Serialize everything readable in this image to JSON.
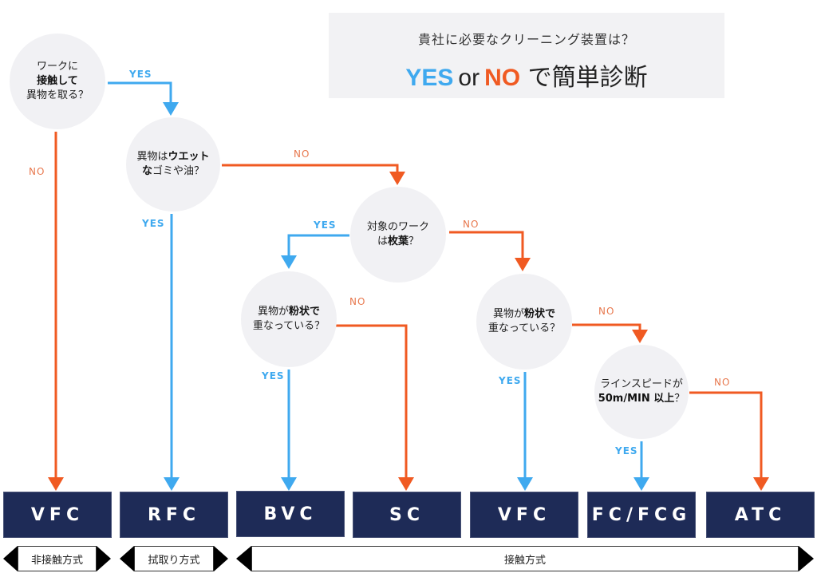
{
  "header": {
    "subtitle": "貴社に必要なクリーニング装置は？",
    "yes_word": "YES",
    "or_word": "or",
    "no_word": "NO",
    "suffix": "で簡単診断"
  },
  "colors": {
    "yes": "#3fa9ef",
    "no": "#f05a22",
    "product_bg": "#1e2b57",
    "node_bg": "#f1f1f4",
    "header_bg": "#f2f2f4"
  },
  "questions": {
    "q1": {
      "pre": "ワークに",
      "bold": "接触して",
      "post": "異物を取る？"
    },
    "q2": {
      "pre": "異物は",
      "bold": "ウエット",
      "bold2": "な",
      "post": "ゴミや油？"
    },
    "q3": {
      "pre": "対象のワーク",
      "line2_pre": "は",
      "bold": "枚葉",
      "post": "？"
    },
    "q4": {
      "pre": "異物が",
      "bold": "粉状で",
      "post": "重なっている？"
    },
    "q5": {
      "pre": "異物が",
      "bold": "粉状で",
      "post": "重なっている？"
    },
    "q6": {
      "pre": "ラインスピードが",
      "bold": "50m/MIN 以上",
      "post": "？"
    }
  },
  "edge_labels": {
    "yes": "YES",
    "no": "NO"
  },
  "products": [
    "VFC",
    "RFC",
    "BVC",
    "SC",
    "VFC",
    "FC/FCG",
    "ATC"
  ],
  "methods": {
    "non_contact": "非接触方式",
    "wipe": "拭取り方式",
    "contact": "接触方式"
  }
}
